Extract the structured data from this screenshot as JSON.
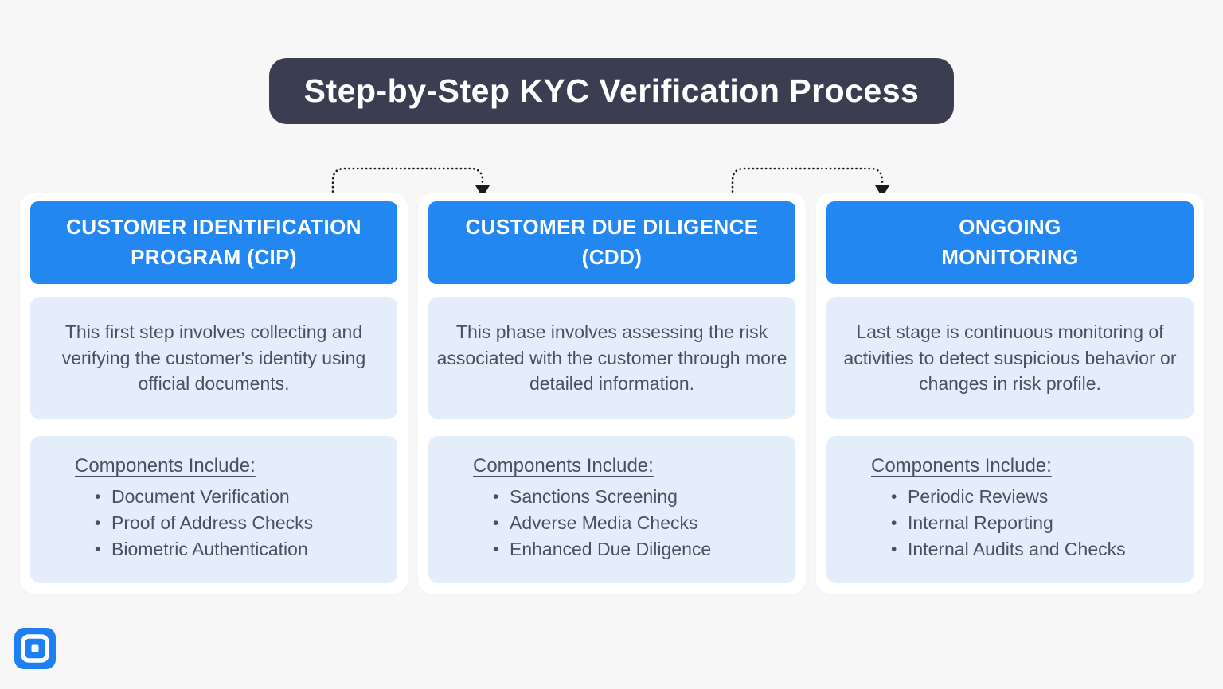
{
  "title": "Step-by-Step KYC Verification Process",
  "columns": [
    {
      "header": "CUSTOMER IDENTIFICATION PROGRAM (CIP)",
      "description": "This first step involves collecting and verifying the customer's identity using official documents.",
      "components_label": "Components Include:",
      "components": [
        "Document Verification",
        "Proof of Address Checks",
        "Biometric Authentication"
      ]
    },
    {
      "header": "CUSTOMER DUE DILIGENCE (CDD)",
      "description": "This phase involves assessing the risk associated with the customer through more detailed information.",
      "components_label": "Components Include:",
      "components": [
        "Sanctions Screening",
        "Adverse Media Checks",
        "Enhanced Due Diligence"
      ]
    },
    {
      "header": "ONGOING MONITORING",
      "description": "Last stage is continuous monitoring of activities to detect suspicious behavior or changes in risk profile.",
      "components_label": "Components Include:",
      "components": [
        "Periodic Reviews",
        "Internal Reporting",
        "Internal Audits and Checks"
      ]
    }
  ],
  "icons": {
    "logo": "square-logo",
    "arrow_cip_to_cdd": "dotted-arrow-down",
    "arrow_cdd_to_monitoring": "dotted-arrow-down"
  },
  "colors": {
    "accent_blue": "#2387F2",
    "light_blue": "#E4EEFB",
    "dark_navy": "#3A3E50",
    "body_text": "#4A5062",
    "background": "#F7F7F8",
    "panel_white": "#FFFFFF",
    "arrow_black": "#1B1B1B"
  }
}
